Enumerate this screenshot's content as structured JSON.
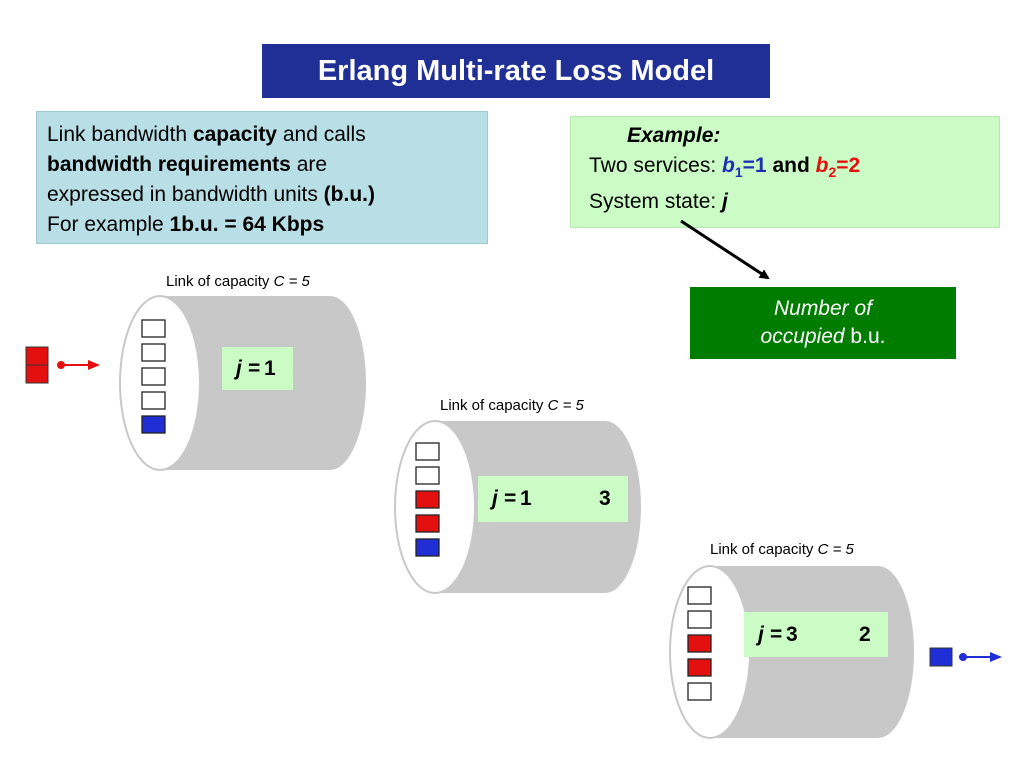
{
  "title": "Erlang Multi-rate Loss Model",
  "info": {
    "l1a": "Link bandwidth ",
    "l1b": "capacity",
    "l1c": " and calls",
    "l2a": "bandwidth requirements",
    "l2b": " are",
    "l3a": "expressed in bandwidth units ",
    "l3b": "(b.u.)",
    "l4a": "For example ",
    "l4b": "1b.u. = 64 Kbps"
  },
  "example": {
    "heading": "Example",
    "services_label": "Two services: ",
    "b1_var": "b",
    "b1_sub": "1",
    "b1_val": "=1",
    "and": " and ",
    "b2_var": "b",
    "b2_sub": "2",
    "b2_val": "=2",
    "state_label": "System state: ",
    "state_var": "j"
  },
  "green_box": {
    "line1": "Number of",
    "line2a": "occupied",
    "line2b": " b.u."
  },
  "links": [
    {
      "caption_prefix": "Link of capacity ",
      "caption_var": "C = 5",
      "j_label": "j =",
      "j_value": "1",
      "j_to": "",
      "slots": [
        "empty",
        "empty",
        "empty",
        "empty",
        "blue"
      ]
    },
    {
      "caption_prefix": "Link of capacity ",
      "caption_var": "C = 5",
      "j_label": "j =",
      "j_value": "1",
      "j_to": "3",
      "slots": [
        "empty",
        "empty",
        "red",
        "red",
        "blue"
      ]
    },
    {
      "caption_prefix": "Link of capacity ",
      "caption_var": "C = 5",
      "j_label": "j =",
      "j_value": "3",
      "j_to": "2",
      "slots": [
        "empty",
        "empty",
        "red",
        "red",
        "empty"
      ]
    }
  ],
  "colors": {
    "title_bg": "#1f2f95",
    "blue": "#1f2fd5",
    "red": "#e41010",
    "cylinder": "#c8c8c8",
    "green": "#007d00"
  }
}
